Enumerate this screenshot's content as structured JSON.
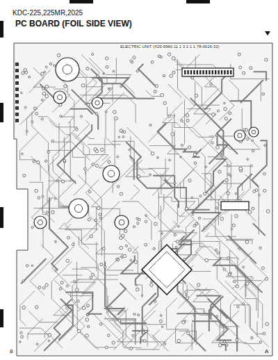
{
  "diagram": {
    "title": "PC BOARD (FOIL SIDE VIEW)",
    "labels": [
      "KDC-225,225MR,2025",
      "ELECTRIC UNIT (X25-9960-11 1 3 2 1 1 78-0016-32)",
      "8",
      "A"
    ]
  }
}
